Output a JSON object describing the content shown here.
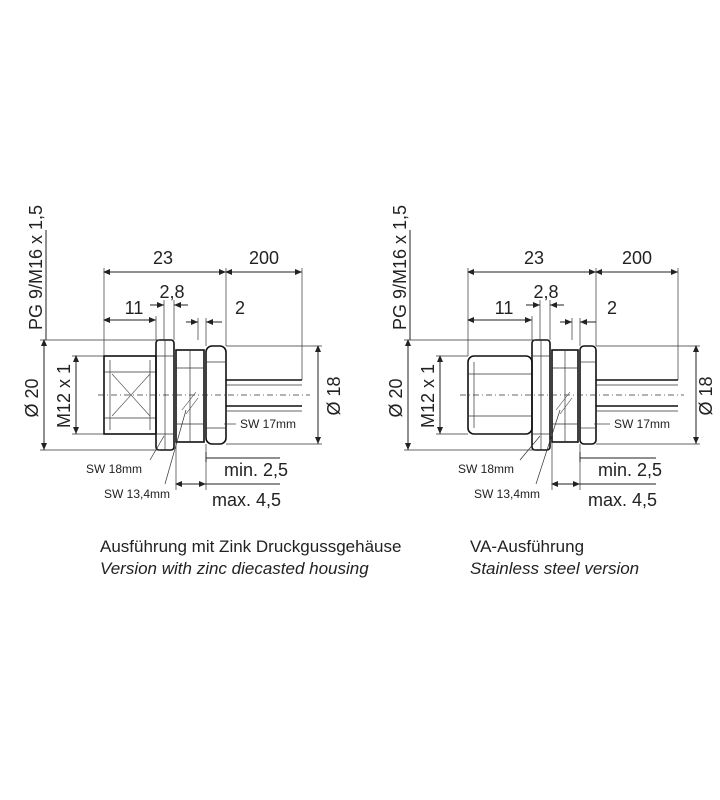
{
  "views": [
    {
      "id": "zinc",
      "dims": {
        "thread_pg": "PG 9/M16 x 1,5",
        "length_total": "23",
        "cable_length": "200",
        "length_11": "11",
        "flange": "2,8",
        "gap_2": "2",
        "dia_20": "Ø 20",
        "thread_m12": "M12 x 1",
        "dia_18": "Ø 18",
        "sw17": "SW 17mm",
        "sw18": "SW 18mm",
        "sw134": "SW 13,4mm",
        "min": "min. 2,5",
        "max": "max. 4,5"
      },
      "caption_de": "Ausführung mit Zink Druckgussgehäuse",
      "caption_en": "Version with zinc diecasted housing"
    },
    {
      "id": "stainless",
      "dims": {
        "thread_pg": "PG 9/M16 x 1,5",
        "length_total": "23",
        "cable_length": "200",
        "length_11": "11",
        "flange": "2,8",
        "gap_2": "2",
        "dia_20": "Ø 20",
        "thread_m12": "M12 x 1",
        "dia_18": "Ø 18",
        "sw17": "SW 17mm",
        "sw18": "SW 18mm",
        "sw134": "SW 13,4mm",
        "min": "min. 2,5",
        "max": "max. 4,5"
      },
      "caption_de": "VA-Ausführung",
      "caption_en": "Stainless steel version"
    }
  ]
}
